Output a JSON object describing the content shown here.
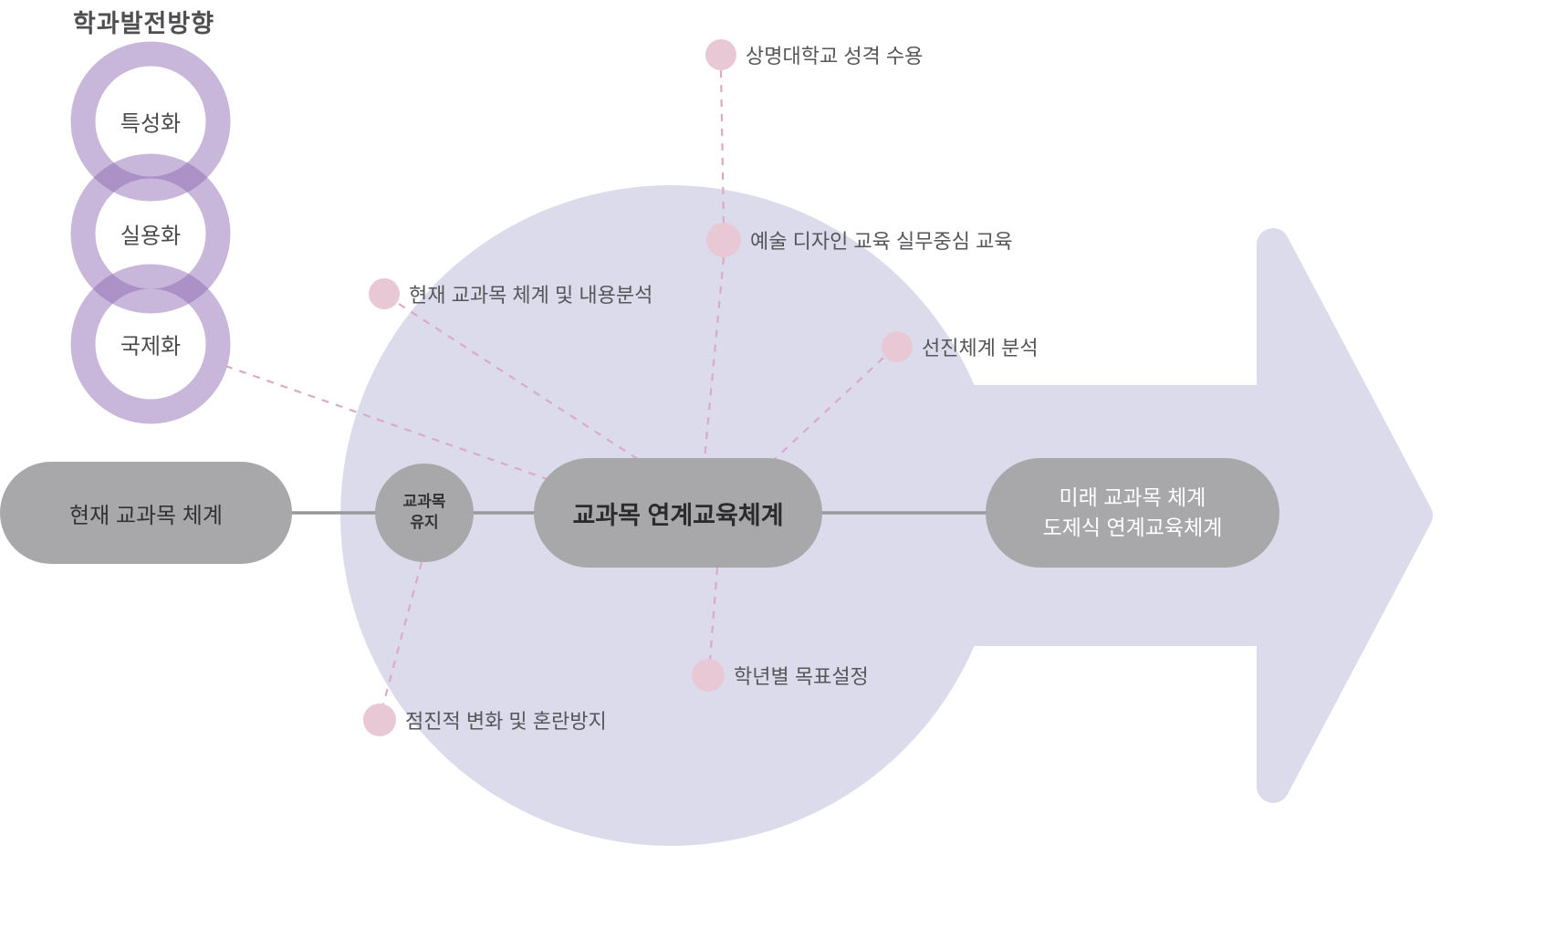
{
  "title": "학과발전방향",
  "rings": {
    "items": [
      {
        "label": "특성화"
      },
      {
        "label": "실용화"
      },
      {
        "label": "국제화"
      }
    ]
  },
  "flow": {
    "current": "현재 교과목 체계",
    "maintain_line1": "교과목",
    "maintain_line2": "유지",
    "center": "교과목 연계교육체계",
    "future_line1": "미래 교과목 체계",
    "future_line2": "도제식 연계교육체계"
  },
  "factors": [
    {
      "label": "상명대학교 성격 수용"
    },
    {
      "label": "예술 디자인 교육 실무중심 교육"
    },
    {
      "label": "현재 교과목 체계 및 내용분석"
    },
    {
      "label": "선진체계 분석"
    },
    {
      "label": "학년별 목표설정"
    },
    {
      "label": "점진적 변화 및 혼란방지"
    }
  ],
  "colors": {
    "focus_shape": "#dcdbec",
    "ring_purple": "#8a67b0",
    "node_gray": "#a8a8aa",
    "connector_gray": "#98989b",
    "dot_pink": "#e9c8d5",
    "dashed_pink": "#d9abc6",
    "label_text": "#56565a",
    "node_text_dark": "#333335",
    "node_text_light": "#ffffff"
  }
}
